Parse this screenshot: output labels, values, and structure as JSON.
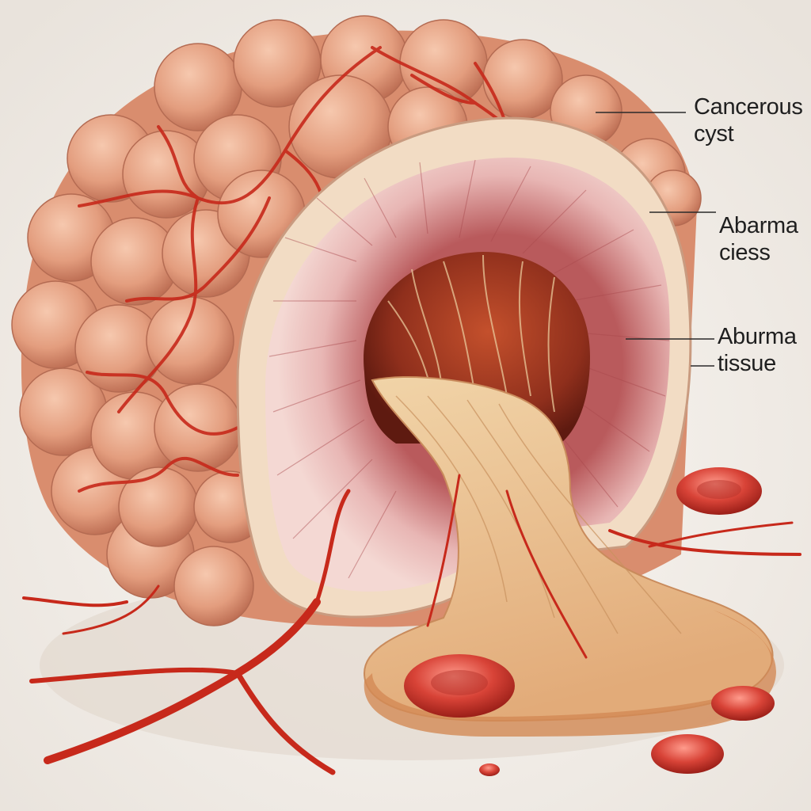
{
  "labels": [
    {
      "line1": "Cancerous",
      "line2": "cyst"
    },
    {
      "line1": "Abarma",
      "line2": "ciess"
    },
    {
      "line1": "Aburma",
      "line2": "tissue"
    }
  ],
  "colors": {
    "background": "#f1ede8",
    "tumor_surface": "#dc9272",
    "tumor_lobe_highlight": "#f2b99c",
    "capsule_wall": "#f3ddc6",
    "striated_layer": "#cf8686",
    "inner_cavity": "#9e3c26",
    "vessels": "#c7291b",
    "fluid": "#e8b98a",
    "blood_cells": "#d9463c"
  },
  "icons": [
    "blood-cell-icon"
  ]
}
